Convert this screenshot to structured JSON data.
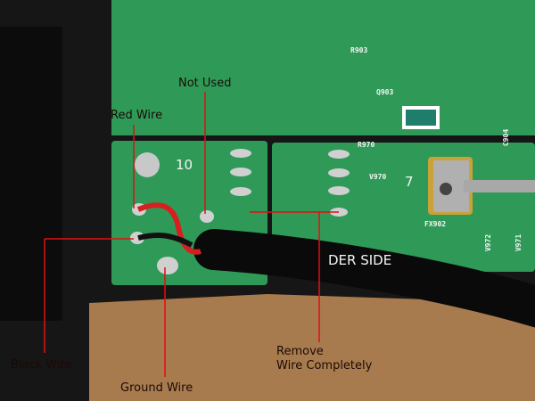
{
  "annotations": {
    "not_used": "Not Used",
    "red_wire": "Red Wire",
    "black_wire": "Black Wire",
    "ground_wire": "Ground Wire",
    "remove_wire_line1": "Remove",
    "remove_wire_line2": "Wire Completely"
  },
  "pcb_markings": {
    "r903": "R903",
    "q903": "Q903",
    "r970": "R970",
    "v970": "V970",
    "fx902": "FX902",
    "c904": "C904",
    "v972": "V972",
    "v971": "V971",
    "pad_10": "10",
    "pad_7": "7",
    "side": "DER SIDE"
  },
  "colors": {
    "annotation_line": "#e01010",
    "pcb": "#2f9a58",
    "wood": "#a87b4f"
  }
}
